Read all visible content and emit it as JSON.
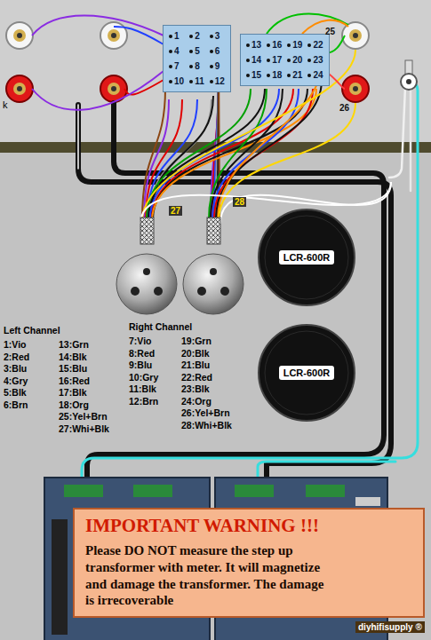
{
  "diagram": {
    "nodes": [
      {
        "text": [
          "1",
          "2",
          "3",
          "4",
          "5",
          "6",
          "7",
          "8",
          "9",
          "10",
          "11",
          "12"
        ]
      },
      {
        "text": [
          "13",
          "14",
          "15",
          "16",
          "17",
          "18",
          "19",
          "20",
          "21",
          "22",
          "23",
          "24"
        ]
      },
      {
        "text": [
          "LCR-600R"
        ]
      },
      {
        "text": [
          "LCR-600R"
        ]
      },
      {
        "text": [
          "IMPORTANT WARNING !!!",
          "Please DO NOT measure the step up transformer with meter. It will magnetize and damage the transformer. The damage is irrecoverable"
        ]
      }
    ],
    "labels": [
      "k",
      "25",
      "26",
      "27",
      "28",
      "Left Channel",
      "1:Vio",
      "2:Red",
      "3:Blu",
      "4:Gry",
      "5:Blk",
      "6:Brn",
      "13:Grn",
      "14:Blk",
      "15:Blu",
      "16:Red",
      "17:Blk",
      "18:Org",
      "25:Yel+Brn",
      "27:Whi+Blk",
      "Right Channel",
      "7:Vio",
      "8:Red",
      "9:Blu",
      "10:Gry",
      "11:Blk",
      "12:Brn",
      "19:Grn",
      "20:Blk",
      "21:Blu",
      "22:Red",
      "23:Blk",
      "24:Org",
      "26:Yel+Brn",
      "28:Whi+Blk",
      "diyhifisupply ®"
    ]
  }
}
